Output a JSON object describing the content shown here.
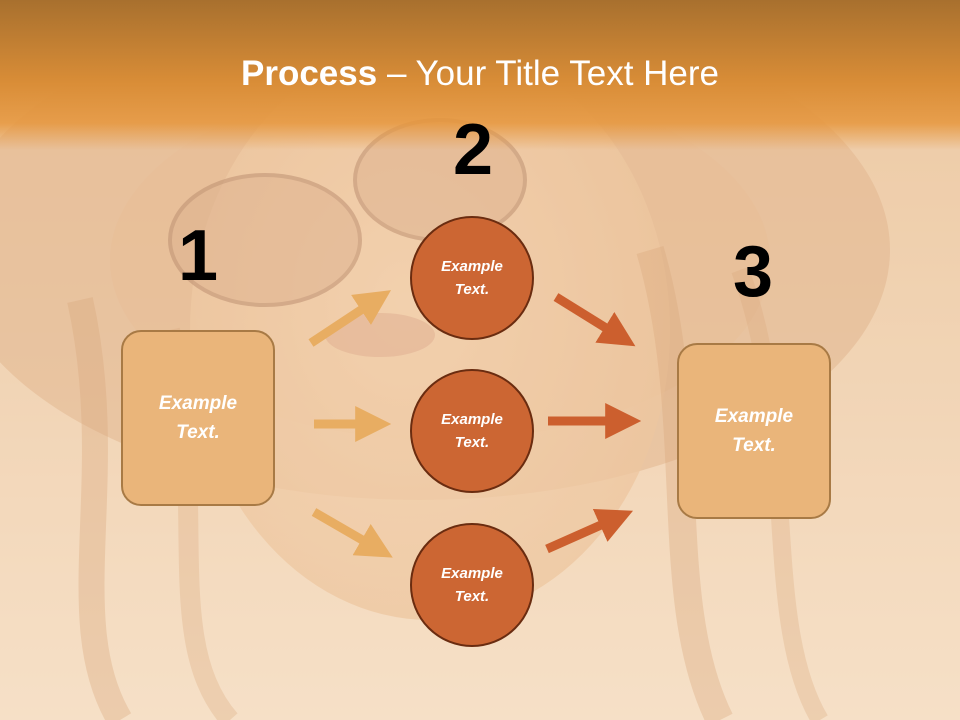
{
  "title": {
    "bold": "Process",
    "rest": " – Your Title Text Here"
  },
  "steps": {
    "one": "1",
    "two": "2",
    "three": "3"
  },
  "left_box": {
    "text": "Example Text."
  },
  "circles": [
    {
      "text": "Example Text."
    },
    {
      "text": "Example Text."
    },
    {
      "text": "Example Text."
    }
  ],
  "right_box": {
    "text": "Example Text."
  },
  "colors": {
    "title_band": "#d98d37",
    "box_fill": "#eab57a",
    "circle_fill": "#cc6633",
    "light_arrow": "#e8ad62",
    "dark_arrow": "#cc5f2e"
  }
}
